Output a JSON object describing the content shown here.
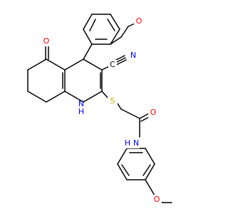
{
  "molecule": {
    "atoms": {
      "o_ether_top": "O",
      "o_ketone": "O",
      "n_nitrile": "N",
      "c_nitrile": "C",
      "s_thio": "S",
      "o_amide": "O",
      "n_amine": "N",
      "h_amine": "H",
      "n_amide": "N",
      "h_amide": "H",
      "o_ether_bottom": "O"
    },
    "colors": {
      "oxygen": "#ff0000",
      "nitrogen": "#0000ff",
      "carbon": "#000000",
      "sulfur": "#b8b800",
      "bond": "#000000"
    }
  }
}
